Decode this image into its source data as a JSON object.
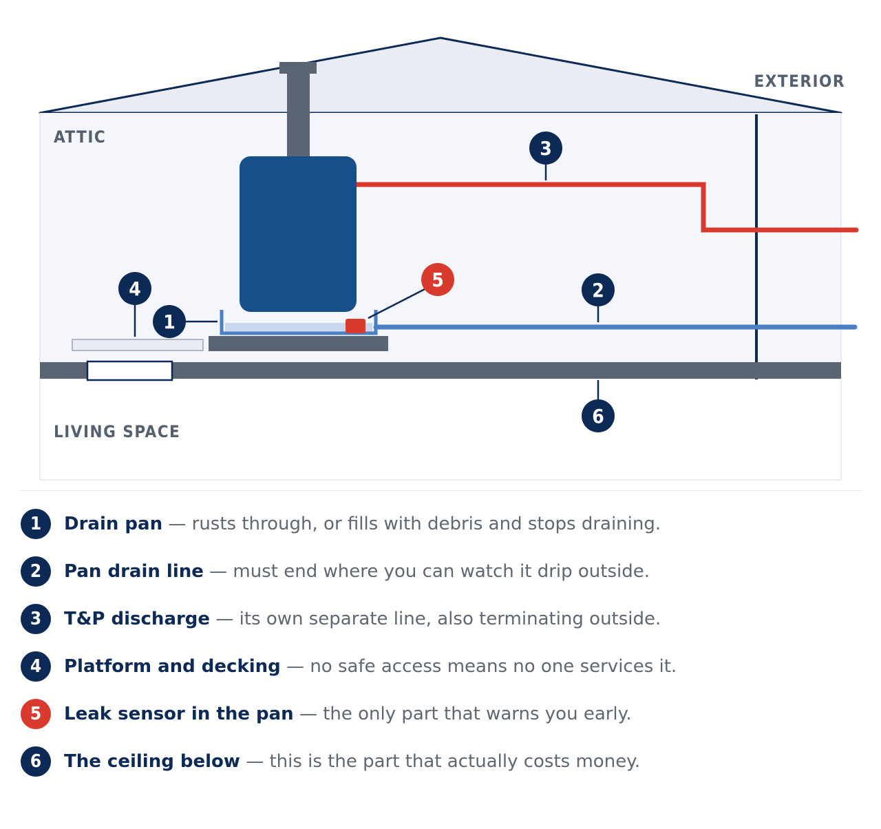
{
  "labels": {
    "attic": "ATTIC",
    "exterior": "EXTERIOR",
    "living_space": "LIVING SPACE"
  },
  "badges": [
    "1",
    "2",
    "3",
    "4",
    "5",
    "6"
  ],
  "colors": {
    "navy": "#0c2a55",
    "heater_blue": "#164f8a",
    "tp_red": "#d83a2e",
    "drain_blue": "#4a7fc4",
    "slate": "#5a6473"
  },
  "legend": [
    {
      "num": "1",
      "term": "Drain pan",
      "sep": " — ",
      "desc": "rusts through, or fills with debris and stops draining.",
      "color": "navy"
    },
    {
      "num": "2",
      "term": "Pan drain line",
      "sep": " — ",
      "desc": "must end where you can watch it drip outside.",
      "color": "navy"
    },
    {
      "num": "3",
      "term": "T&P discharge",
      "sep": " — ",
      "desc": "its own separate line, also terminating outside.",
      "color": "navy"
    },
    {
      "num": "4",
      "term": "Platform and decking",
      "sep": " — ",
      "desc": "no safe access means no one services it.",
      "color": "navy"
    },
    {
      "num": "5",
      "term": "Leak sensor in the pan",
      "sep": " — ",
      "desc": "the only part that warns you early.",
      "color": "red"
    },
    {
      "num": "6",
      "term": "The ceiling below",
      "sep": " — ",
      "desc": "this is the part that actually costs money.",
      "color": "navy"
    }
  ]
}
